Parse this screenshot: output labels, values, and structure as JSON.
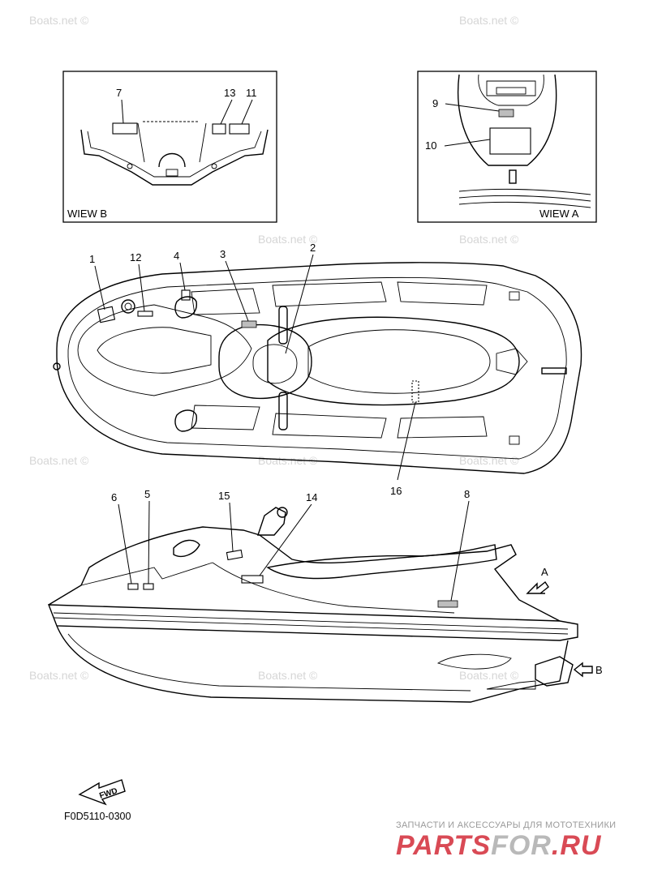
{
  "views": {
    "view_b_title": "WIEW B",
    "view_a_title": "WIEW A"
  },
  "callouts": {
    "c1": "1",
    "c2": "2",
    "c3": "3",
    "c4": "4",
    "c5": "5",
    "c6": "6",
    "c7": "7",
    "c8": "8",
    "c9": "9",
    "c10": "10",
    "c11": "11",
    "c12": "12",
    "c13": "13",
    "c14": "14",
    "c15": "15",
    "c16": "16"
  },
  "arrows": {
    "a": "A",
    "b": "B",
    "fwd": "FWD"
  },
  "figure_code": "F0D5110-0300",
  "watermark": "Boats.net ©",
  "brand": {
    "tagline": "ЗАПЧАСТИ И АКСЕССУАРЫ ДЛЯ МОТОТЕХНИКИ",
    "logo_part_1": "PARTS",
    "logo_part_2": "FOR",
    "logo_part_3": ".RU",
    "primary_color": "#d94a55",
    "secondary_color": "#b9b9b9"
  }
}
